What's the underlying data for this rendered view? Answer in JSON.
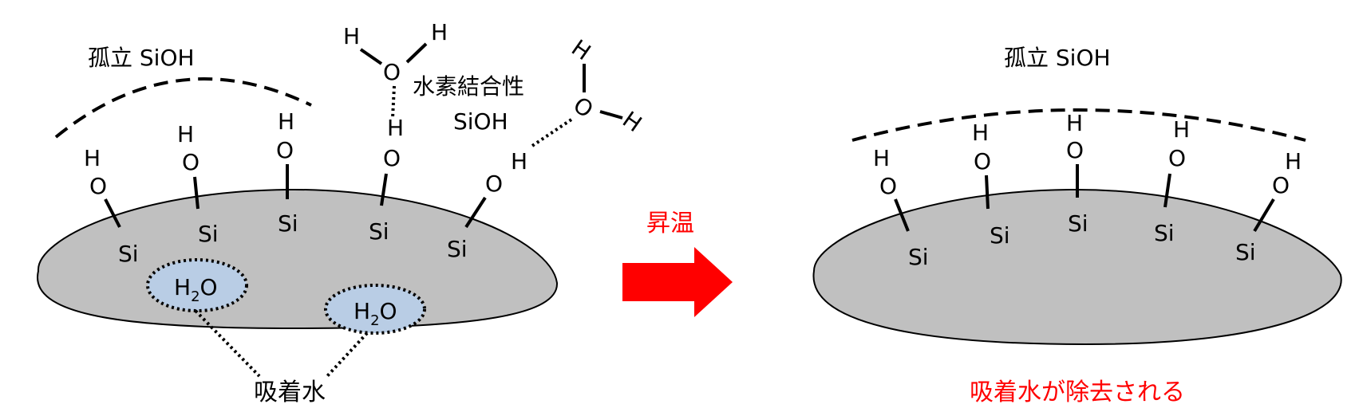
{
  "left": {
    "isolated_label": "孤立 SiOH",
    "hbond_label_line1": "水素結合性",
    "hbond_label_line2": "SiOH",
    "adsorbed_label": "吸着水",
    "water_1": "H",
    "water_1_sub": "2",
    "water_1_tail": "O",
    "water_2": "H",
    "water_2_sub": "2",
    "water_2_tail": "O"
  },
  "arrow": {
    "label": "昇温",
    "color": "#ff0000"
  },
  "right": {
    "isolated_label": "孤立 SiOH",
    "result_label": "吸着水が除去される"
  },
  "atoms": {
    "si": "Si",
    "o": "O",
    "h": "H"
  },
  "colors": {
    "particle": "#c0c0c0",
    "water_pocket": "#b9cde5",
    "accent": "#ff0000"
  }
}
